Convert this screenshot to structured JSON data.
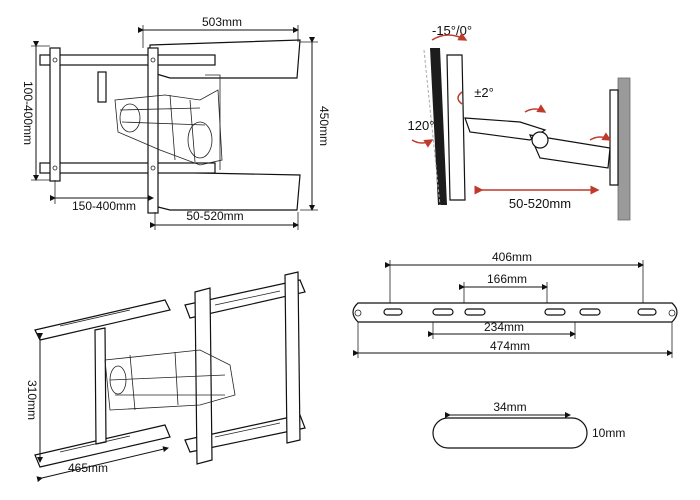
{
  "top_left": {
    "width_label": "503mm",
    "height_label": "450mm",
    "vesa_v_label": "100-400mm",
    "vesa_h_label": "150-400mm",
    "extension_label": "50-520mm"
  },
  "top_right": {
    "tilt_label": "-15°/0°",
    "level_label": "±2°",
    "swivel_label": "120°",
    "extension_label": "50-520mm"
  },
  "bottom_left": {
    "height_label": "310mm",
    "width_label": "465mm"
  },
  "bottom_right": {
    "outer_label": "406mm",
    "inner_label": "166mm",
    "slot_span_label": "234mm",
    "total_label": "474mm",
    "slot_length_label": "34mm",
    "slot_height_label": "10mm"
  }
}
